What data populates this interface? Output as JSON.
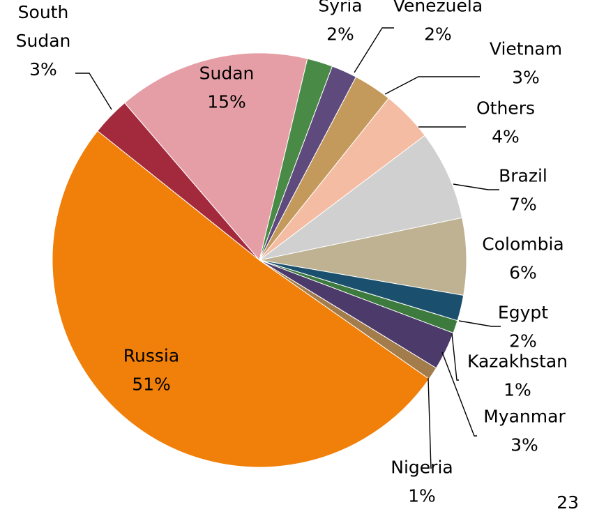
{
  "chart_data": {
    "type": "pie",
    "slices": [
      {
        "name": "Russia",
        "value": 51,
        "label": "51%",
        "color": "#f0800a"
      },
      {
        "name": "South Sudan",
        "value": 3,
        "label": "3%",
        "color": "#a32a3c"
      },
      {
        "name": "Sudan",
        "value": 15,
        "label": "15%",
        "color": "#e69ea6"
      },
      {
        "name": "Syria",
        "value": 2,
        "label": "2%",
        "color": "#4a8a47"
      },
      {
        "name": "Venezuela",
        "value": 2,
        "label": "2%",
        "color": "#5e4a7c"
      },
      {
        "name": "Vietnam",
        "value": 3,
        "label": "3%",
        "color": "#c49a5c"
      },
      {
        "name": "Others",
        "value": 4,
        "label": "4%",
        "color": "#f5bca4"
      },
      {
        "name": "Brazil",
        "value": 7,
        "label": "7%",
        "color": "#d0d0d0"
      },
      {
        "name": "Colombia",
        "value": 6,
        "label": "6%",
        "color": "#bfb292"
      },
      {
        "name": "Egypt",
        "value": 2,
        "label": "2%",
        "color": "#1b4f6e"
      },
      {
        "name": "Kazakhstan",
        "value": 1,
        "label": "1%",
        "color": "#3d7a3e"
      },
      {
        "name": "Myanmar",
        "value": 3,
        "label": "3%",
        "color": "#4c3a6b"
      },
      {
        "name": "Nigeria",
        "value": 1,
        "label": "1%",
        "color": "#a37c4c"
      }
    ],
    "legend": "none"
  },
  "page_number": "23"
}
